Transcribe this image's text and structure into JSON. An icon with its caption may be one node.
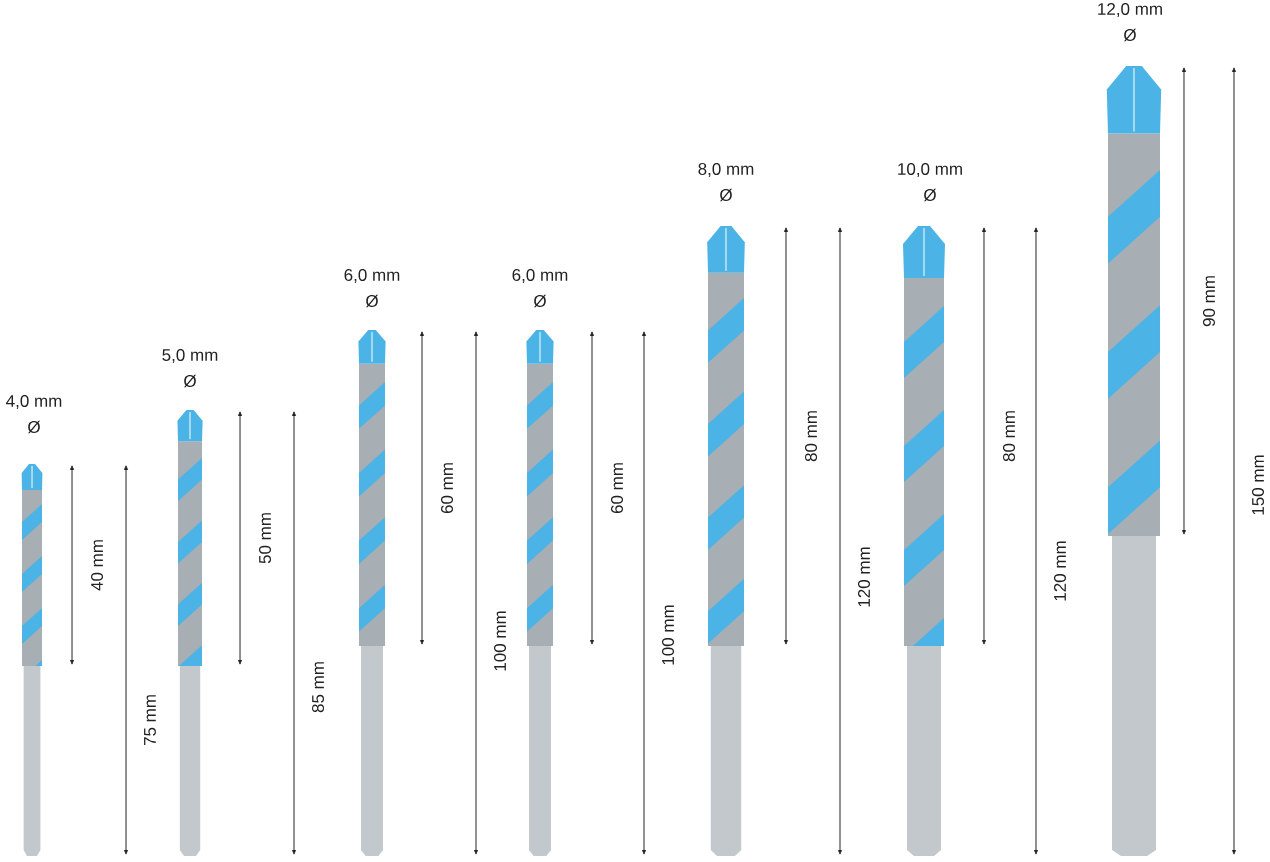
{
  "diagram": {
    "labels": [
      "4,0 mm",
      "Ø",
      "40 mm",
      "75 mm",
      "5,0 mm",
      "Ø",
      "50 mm",
      "85 mm",
      "6,0 mm",
      "Ø",
      "60 mm",
      "100 mm",
      "6,0 mm",
      "Ø",
      "60 mm",
      "100 mm",
      "8,0 mm",
      "Ø",
      "80 mm",
      "120 mm",
      "10,0 mm",
      "Ø",
      "80 mm",
      "120 mm",
      "12,0 mm",
      "Ø",
      "90 mm",
      "150 mm"
    ]
  }
}
